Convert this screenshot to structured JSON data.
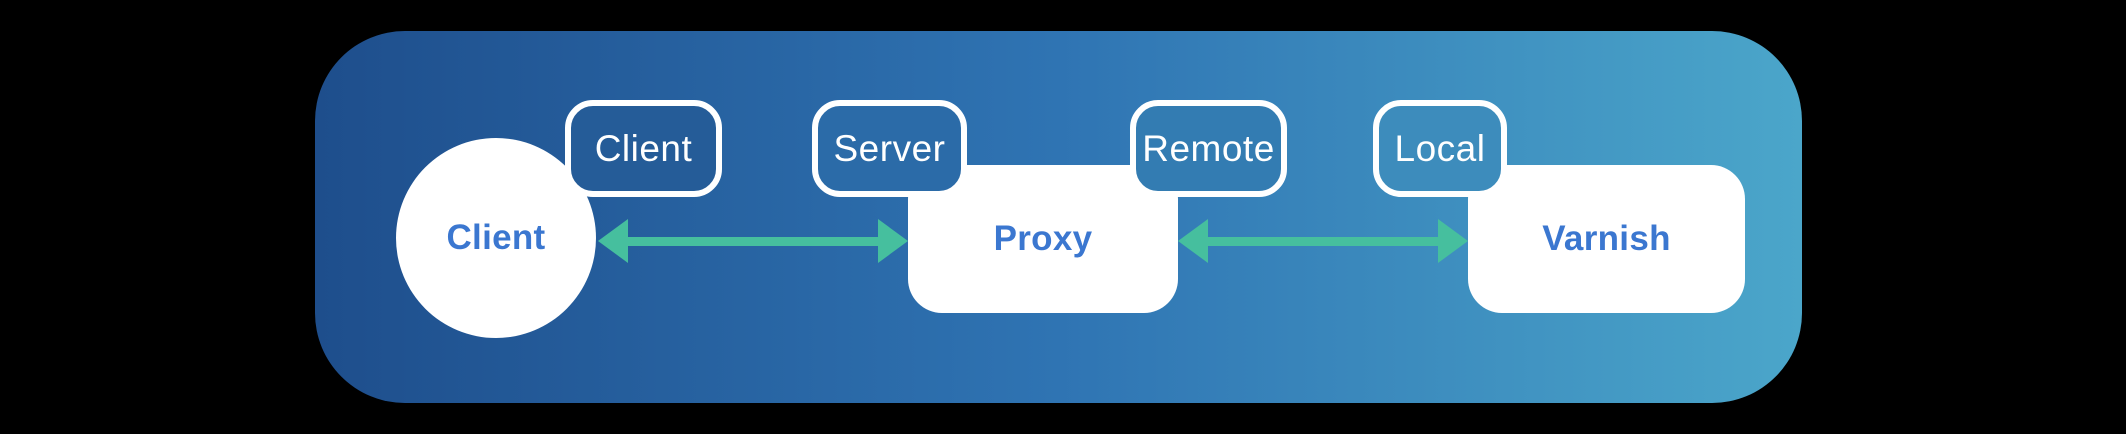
{
  "colors": {
    "canvas-bg": "#000000",
    "panel-g-left": "#1E4E8C",
    "panel-g-mid": "#2F74B3",
    "panel-g-right": "#4BA6CA",
    "node-bg": "#FFFFFF",
    "node-text": "#3B77D0",
    "badge-text": "#FFFFFF",
    "badge-border": "#FFFFFF",
    "arrow": "#46BF9E"
  },
  "diagram": {
    "nodes": [
      {
        "id": "client",
        "shape": "circle",
        "label": "Client"
      },
      {
        "id": "proxy",
        "shape": "rounded-rect",
        "label": "Proxy"
      },
      {
        "id": "varnish",
        "shape": "rounded-rect",
        "label": "Varnish"
      }
    ],
    "badges": [
      {
        "id": "client-endpoint",
        "label": "Client",
        "attached_to": "client",
        "fill": "#255C98"
      },
      {
        "id": "server-endpoint",
        "label": "Server",
        "attached_to": "proxy",
        "fill": "#2B6BA8"
      },
      {
        "id": "remote-endpoint",
        "label": "Remote",
        "attached_to": "proxy",
        "fill": "#337CB2"
      },
      {
        "id": "local-endpoint",
        "label": "Local",
        "attached_to": "varnish",
        "fill": "#3D8CBC"
      }
    ],
    "arrows": [
      {
        "id": "client-proxy-link",
        "from": "client",
        "to": "proxy",
        "bidirectional": true,
        "color": "#46BF9E"
      },
      {
        "id": "proxy-varnish-link",
        "from": "proxy",
        "to": "varnish",
        "bidirectional": true,
        "color": "#46BF9E"
      }
    ]
  }
}
